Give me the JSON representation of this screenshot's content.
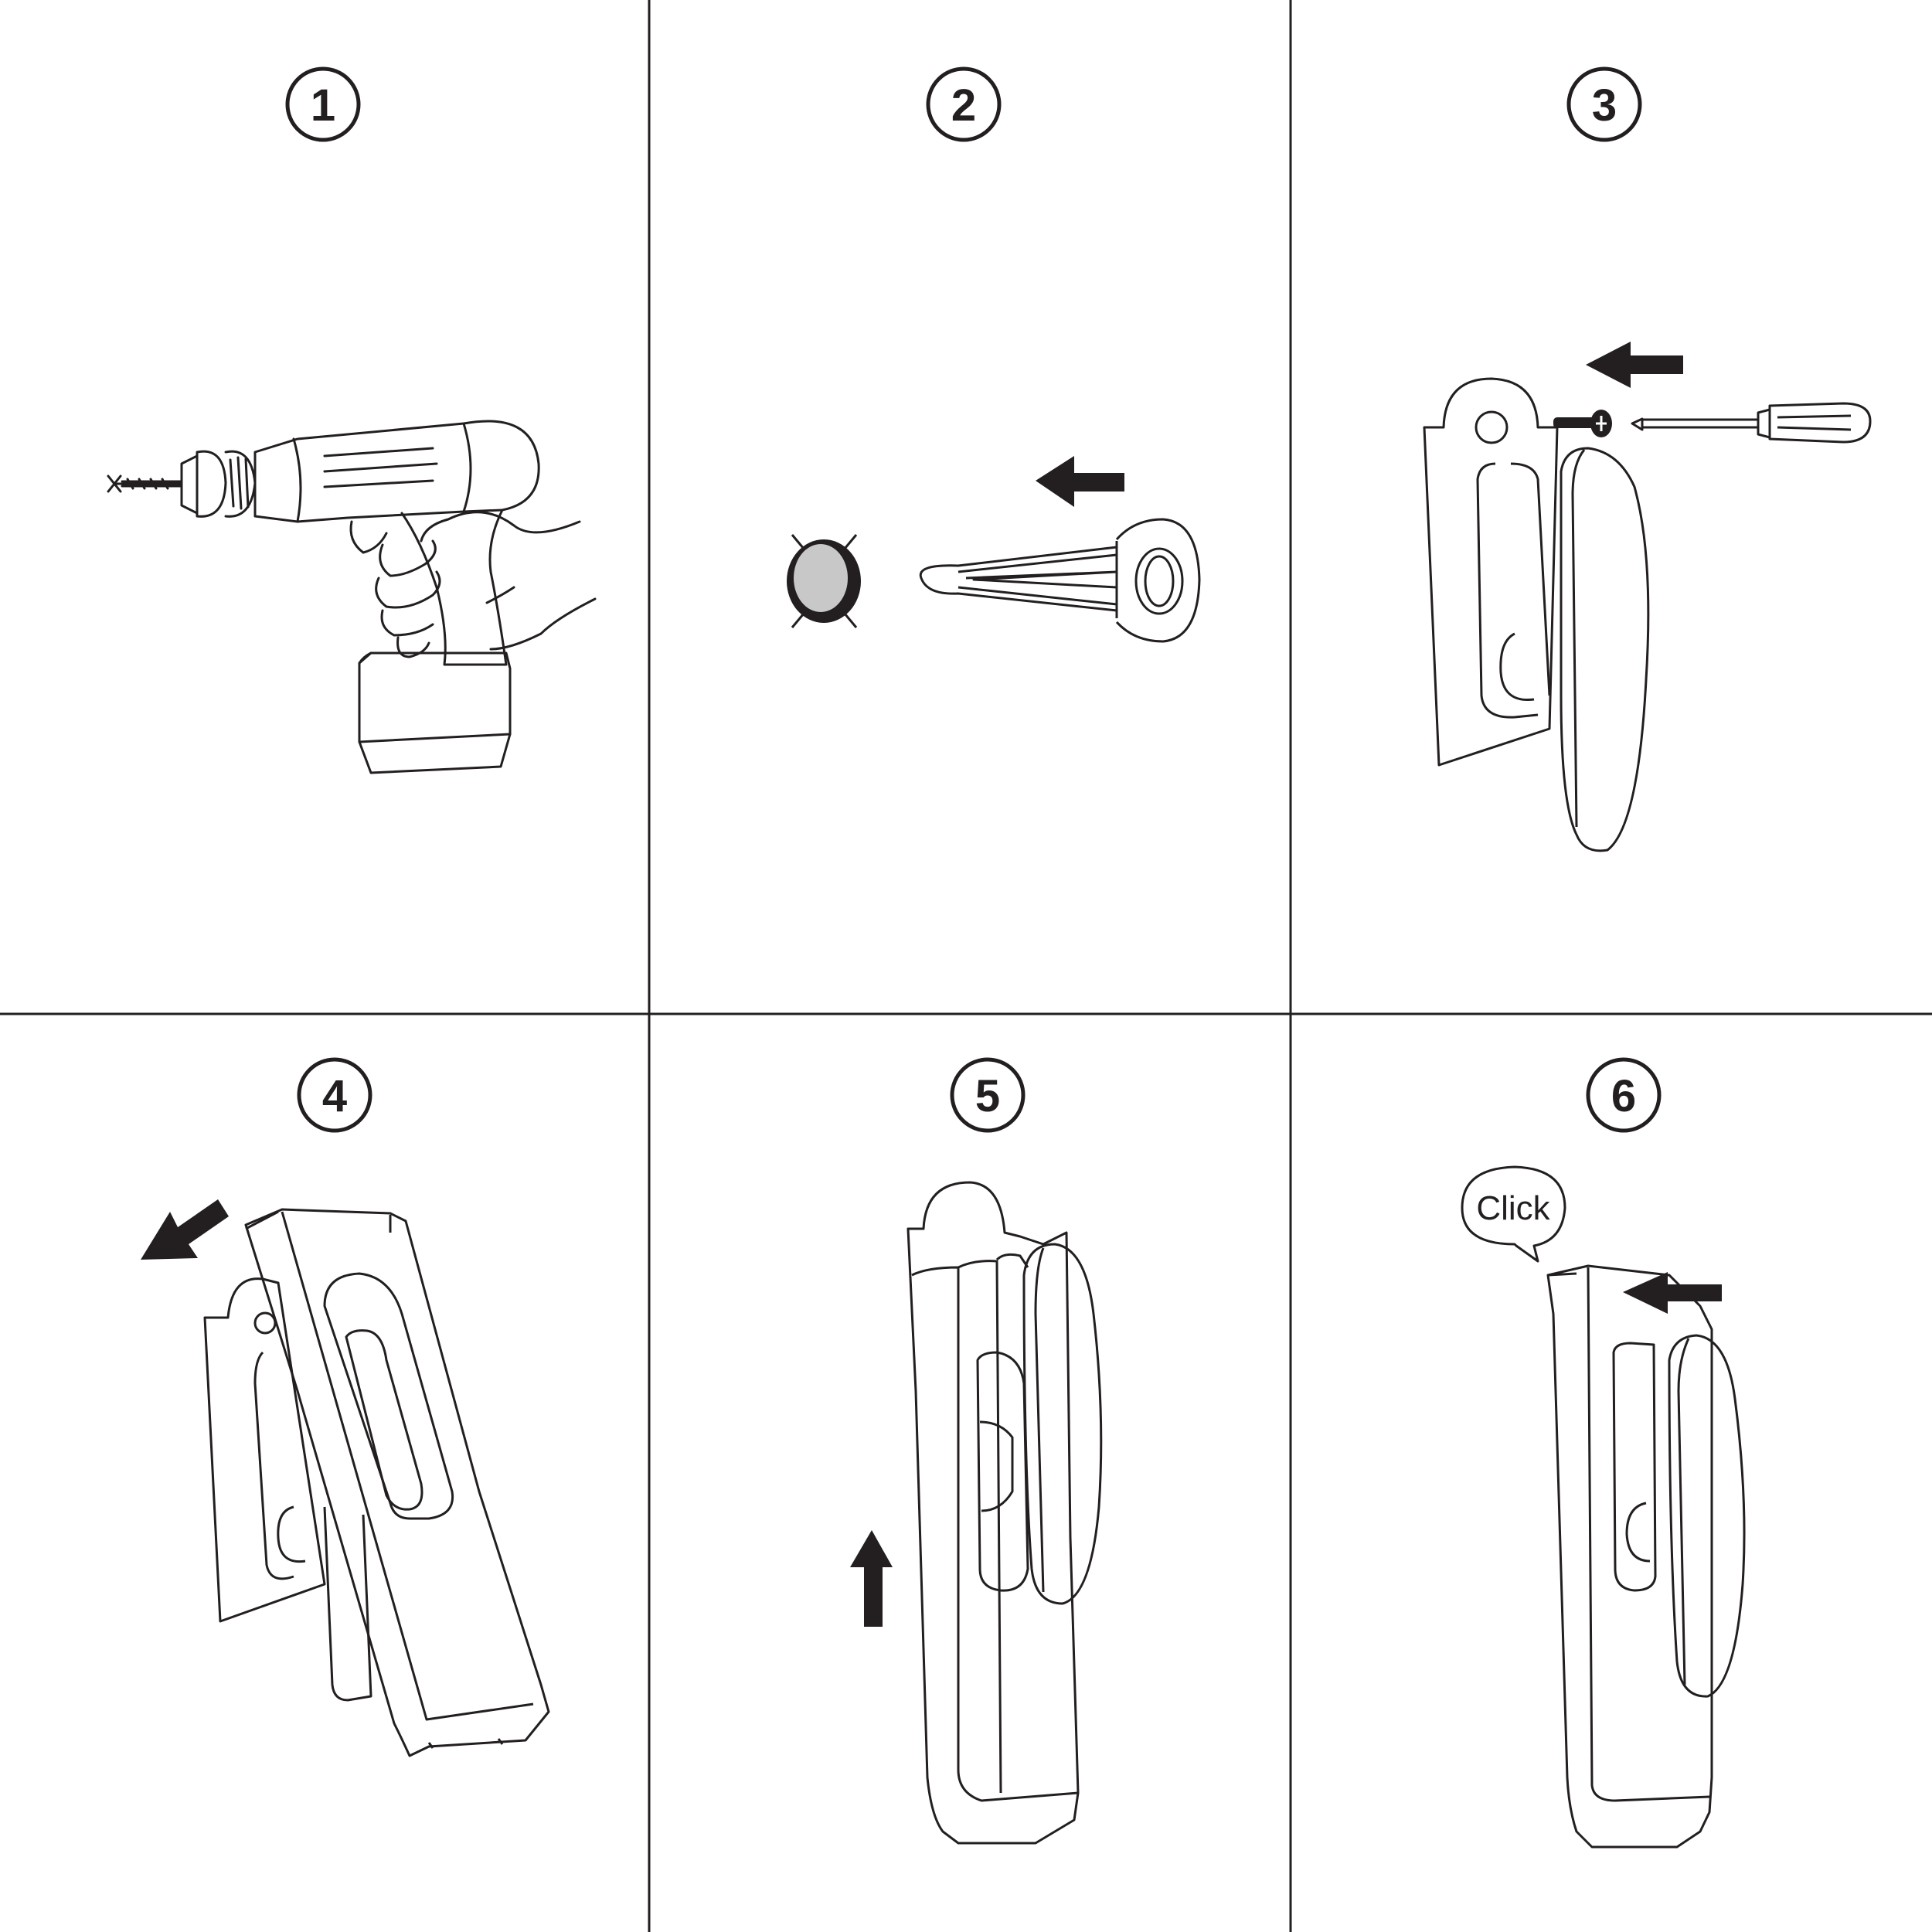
{
  "steps": [
    {
      "number": "1"
    },
    {
      "number": "2"
    },
    {
      "number": "3"
    },
    {
      "number": "4"
    },
    {
      "number": "5"
    },
    {
      "number": "6"
    }
  ],
  "step6": {
    "sound_label": "Click"
  },
  "colors": {
    "line": "#231f20",
    "anchor_fill": "#c8c8c8",
    "background": "#ffffff"
  }
}
